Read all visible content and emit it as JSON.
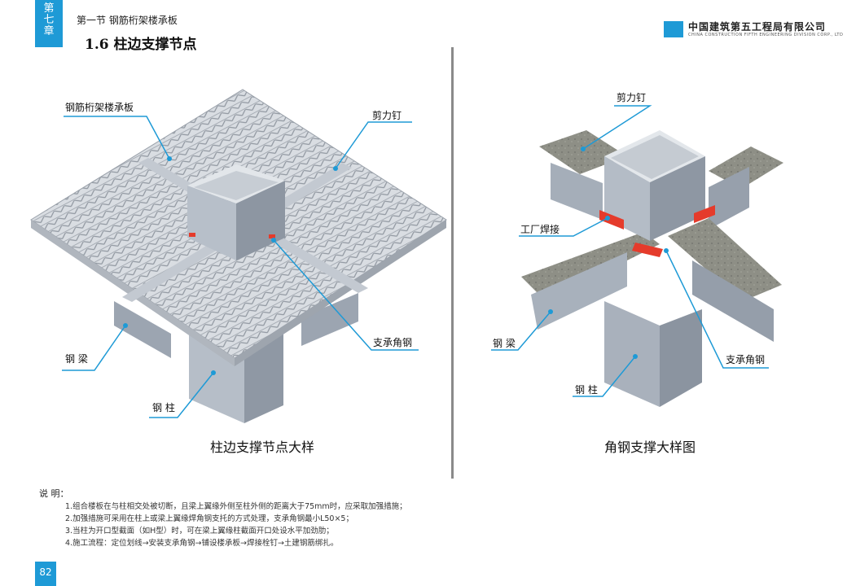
{
  "header": {
    "chapter_tab": "第\n七\n章",
    "section": "第一节  钢筋桁架楼承板",
    "title": "1.6  柱边支撑节点",
    "company_name": "中国建筑第五工程局有限公司",
    "company_en": "CHINA CONSTRUCTION FIFTH ENGINEERING DIVISION CORP., LTD"
  },
  "left_figure": {
    "labels": {
      "deck": "钢筋桁架楼承板",
      "stud": "剪力钉",
      "angle": "支承角钢",
      "beam": "钢  梁",
      "column": "钢  柱"
    },
    "caption": "柱边支撑节点大样"
  },
  "right_figure": {
    "labels": {
      "stud": "剪力钉",
      "weld": "工厂焊接",
      "beam": "钢  梁",
      "angle": "支承角钢",
      "column": "钢  柱"
    },
    "caption": "角钢支撑大样图"
  },
  "notes": {
    "heading": "说  明：",
    "items": [
      "1.组合楼板在与柱相交处被切断，且梁上翼缘外侧至柱外侧的距离大于75mm时，应采取加强措施；",
      "2.加强措施可采用在柱上或梁上翼缘焊角钢支托的方式处理，支承角钢最小L50×5；",
      "3.当柱为开口型截面（如H型）时，可在梁上翼缘柱截面开口处设水平加劲肋；",
      "4.施工流程：定位划线→安装支承角钢→铺设楼承板→焊接栓钉→土建钢筋绑扎。"
    ]
  },
  "page_number": "82",
  "colors": {
    "accent": "#1e9ad6",
    "steel": "#aab3bf",
    "weld": "#e53b2b",
    "concrete": "#8e8f86"
  }
}
